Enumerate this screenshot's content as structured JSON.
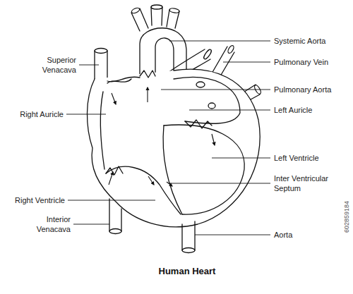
{
  "diagram": {
    "title": "Human Heart",
    "labels": [
      "Systemic Aorta",
      "Superior Venacava",
      "Pulmonary Vein",
      "Pulmonary Aorta",
      "Right Auricle",
      "Left Auricle",
      "Left Ventricle",
      "Inter Ventricular Septum",
      "Right Ventricle",
      "Interior Venacava",
      "Aorta",
      "602859184"
    ]
  }
}
